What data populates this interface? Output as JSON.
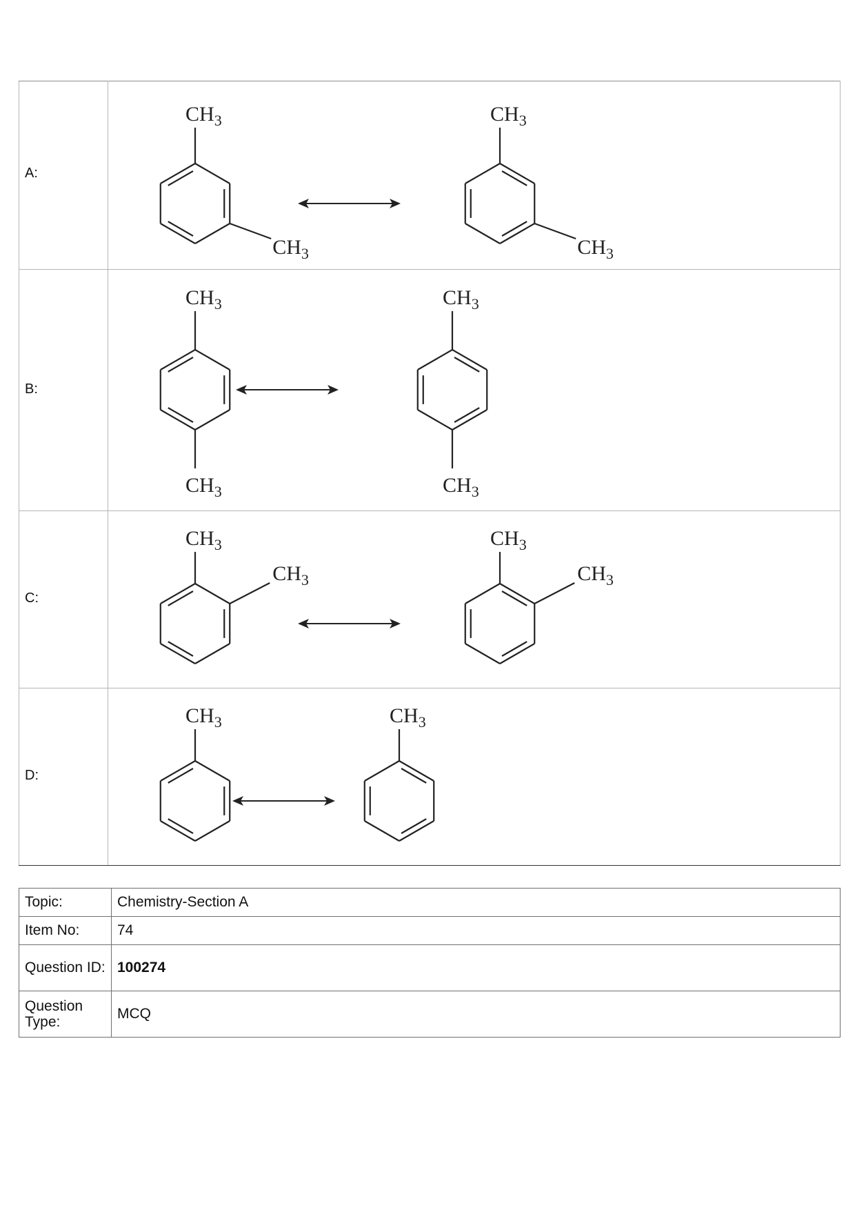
{
  "options": [
    {
      "label": "A:",
      "methyl_text": "CH",
      "methyl_sub": "3"
    },
    {
      "label": "B:",
      "methyl_text": "CH",
      "methyl_sub": "3"
    },
    {
      "label": "C:",
      "methyl_text": "CH",
      "methyl_sub": "3"
    },
    {
      "label": "D:",
      "methyl_text": "CH",
      "methyl_sub": "3"
    }
  ],
  "meta": {
    "topic_key": "Topic:",
    "topic_value": "Chemistry-Section A",
    "item_key": "Item No:",
    "item_value": "74",
    "qid_key": "Question ID:",
    "qid_value": "100274",
    "qtype_key": "Question Type:",
    "qtype_value": "MCQ"
  }
}
